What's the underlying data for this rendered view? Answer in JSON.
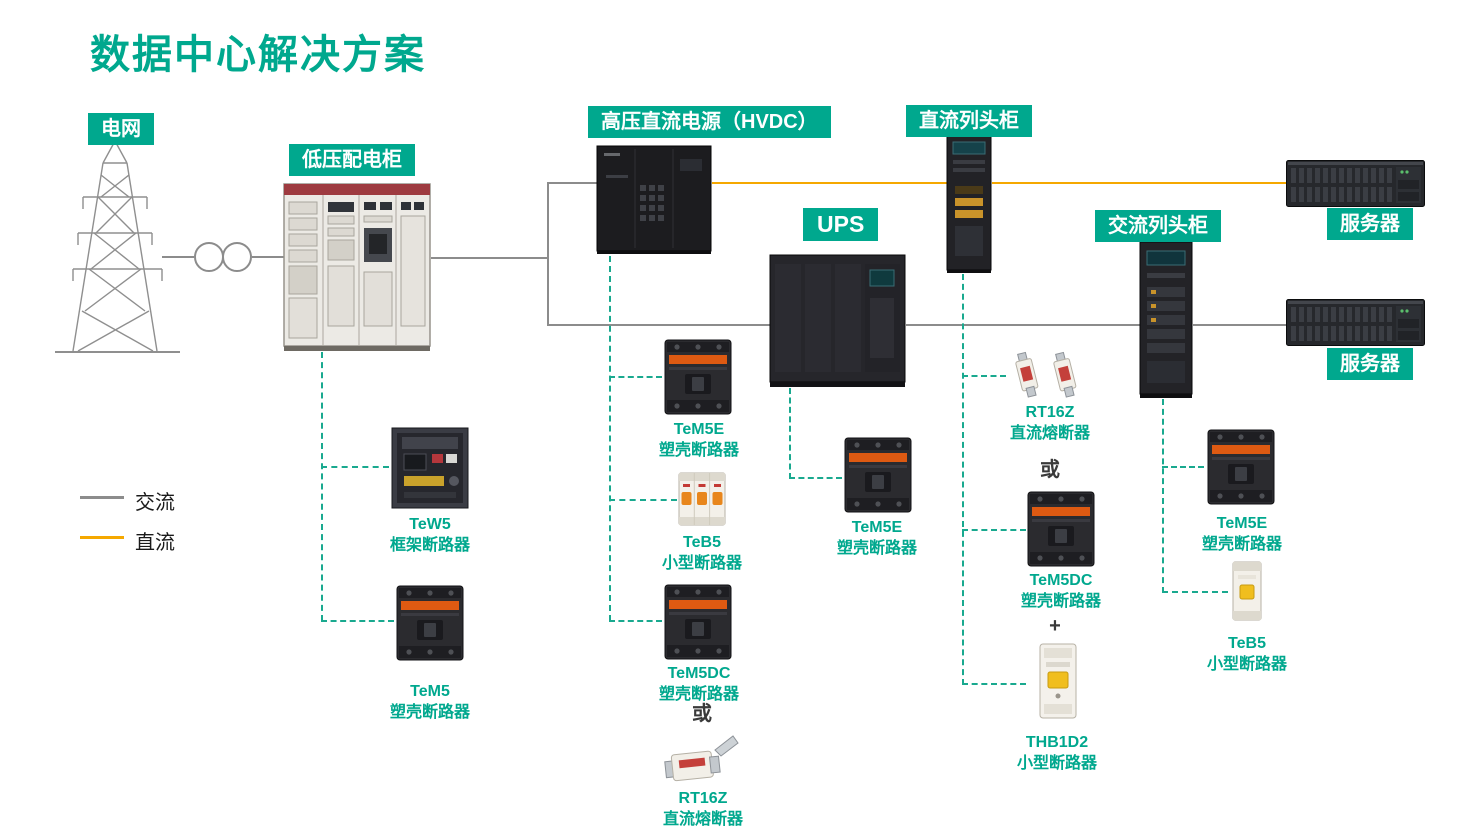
{
  "title": "数据中心解决方案",
  "colors": {
    "accent_teal": "#00A88E",
    "ac_line_gray": "#8C8C8C",
    "dc_line_yellow": "#F5A800"
  },
  "legend": {
    "ac_label": "交流",
    "dc_label": "直流"
  },
  "nodes": {
    "grid": {
      "label": "电网"
    },
    "lv_cabinet": {
      "label": "低压配电柜"
    },
    "hvdc": {
      "label": "高压直流电源（HVDC）"
    },
    "dc_row_cabinet": {
      "label": "直流列头柜"
    },
    "ups": {
      "label": "UPS"
    },
    "ac_row_cabinet": {
      "label": "交流列头柜"
    },
    "server_top": {
      "label": "服务器"
    },
    "server_bottom": {
      "label": "服务器"
    }
  },
  "products": {
    "tew5": {
      "name": "TeW5",
      "type": "框架断路器"
    },
    "tem5": {
      "name": "TeM5",
      "type": "塑壳断路器"
    },
    "tem5e_hvdc": {
      "name": "TeM5E",
      "type": "塑壳断路器"
    },
    "teb5_hvdc": {
      "name": "TeB5",
      "type": "小型断路器"
    },
    "tem5dc_hvdc": {
      "name": "TeM5DC",
      "type": "塑壳断路器"
    },
    "rt16z_hvdc": {
      "name": "RT16Z",
      "type": "直流熔断器"
    },
    "tem5e_ups": {
      "name": "TeM5E",
      "type": "塑壳断路器"
    },
    "rt16z_dcrow": {
      "name": "RT16Z",
      "type": "直流熔断器"
    },
    "tem5dc_dcrow": {
      "name": "TeM5DC",
      "type": "塑壳断路器"
    },
    "thb1d2": {
      "name": "THB1D2",
      "type": "小型断路器"
    },
    "tem5e_acrow": {
      "name": "TeM5E",
      "type": "塑壳断路器"
    },
    "teb5_acrow": {
      "name": "TeB5",
      "type": "小型断路器"
    }
  },
  "joiners": {
    "or_hvdc": "或",
    "or_dcrow": "或",
    "plus_dcrow": "+"
  }
}
